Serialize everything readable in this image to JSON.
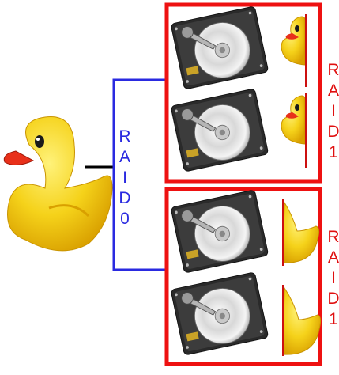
{
  "labels": {
    "raid0": "RAID0",
    "raid1_top": "RAID1",
    "raid1_bottom": "RAID1"
  },
  "colors": {
    "raid0_line": "#2a2ae0",
    "raid1_box": "#ee1111",
    "connector": "#000000",
    "duck_body": "#f5d21a",
    "duck_shade": "#e0a800",
    "duck_beak": "#e8301a",
    "mirror_line": "#cc1010"
  },
  "icons": {
    "main": "rubber-duck-icon",
    "disk": "hard-drive-icon",
    "half_duck": "half-duck-icon"
  }
}
